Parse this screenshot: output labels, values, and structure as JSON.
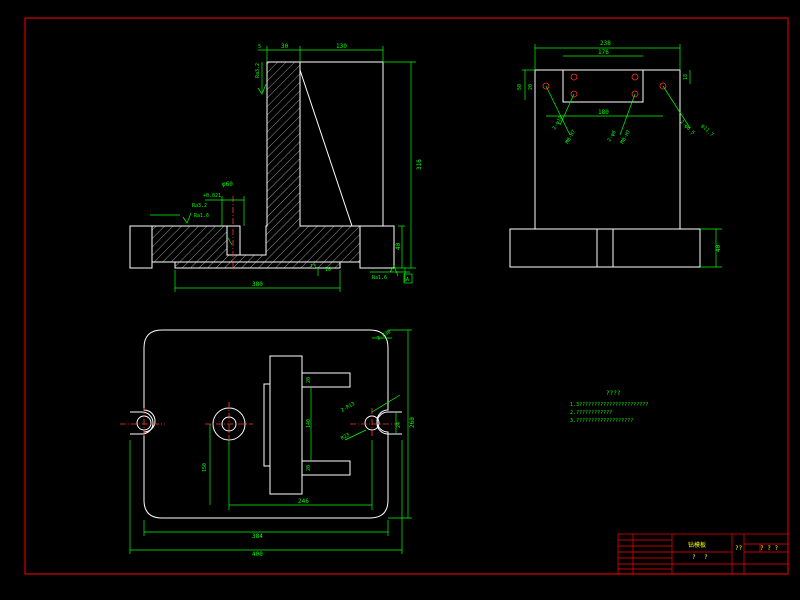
{
  "colors": {
    "background": "#000000",
    "outline": "#ffffff",
    "dimension": "#00ff00",
    "border": "#ff0000",
    "hatch": "#ffffff",
    "centerline": "#ff3333",
    "text_yellow": "#ffff00"
  },
  "front_view": {
    "dims": {
      "top_small": "5",
      "top_30": "30",
      "top_130": "130",
      "height_316": "316",
      "height_40": "40",
      "width_380": "380",
      "bore_60": "φ60",
      "bore_tol": "+0.021",
      "left_sym": "Ra3.2",
      "left_small": "Ra1.6",
      "roughness_top": "Ra3.2",
      "roughness_bottom": "Ra1.6",
      "datum": "A",
      "small_a": "13",
      "small_b": "10"
    }
  },
  "side_view": {
    "dims": {
      "width_238": "238",
      "width_176": "176",
      "width_180": "180",
      "height_50": "50",
      "height_20": "20",
      "height_18": "18",
      "height_40": "40",
      "hole_left_a": "2-φ10",
      "hole_left_b": "M8-H7",
      "hole_mid_a": "2-φ6",
      "hole_mid_b": "M8-H7",
      "hole_right": "2-φ6.5",
      "hole_right_b": "φ11.7"
    }
  },
  "top_view": {
    "dims": {
      "corner_radius": "2-R30",
      "width_384": "384",
      "width_400": "400",
      "width_246": "246",
      "height_260": "260",
      "height_140": "140",
      "height_150": "150",
      "slot_w": "20",
      "slot_w2": "20",
      "slot_r": "2-R13",
      "slot_r2": "R23",
      "slot_h": "24"
    }
  },
  "notes": {
    "title": "????",
    "lines": [
      "1.3???????????????????????",
      "2.????????????",
      "3.???????????????????"
    ]
  },
  "title_block": {
    "name": "钻模板",
    "scale_a": "?",
    "scale_b": "?",
    "code": "??",
    "sheet": "?  ? ?"
  }
}
